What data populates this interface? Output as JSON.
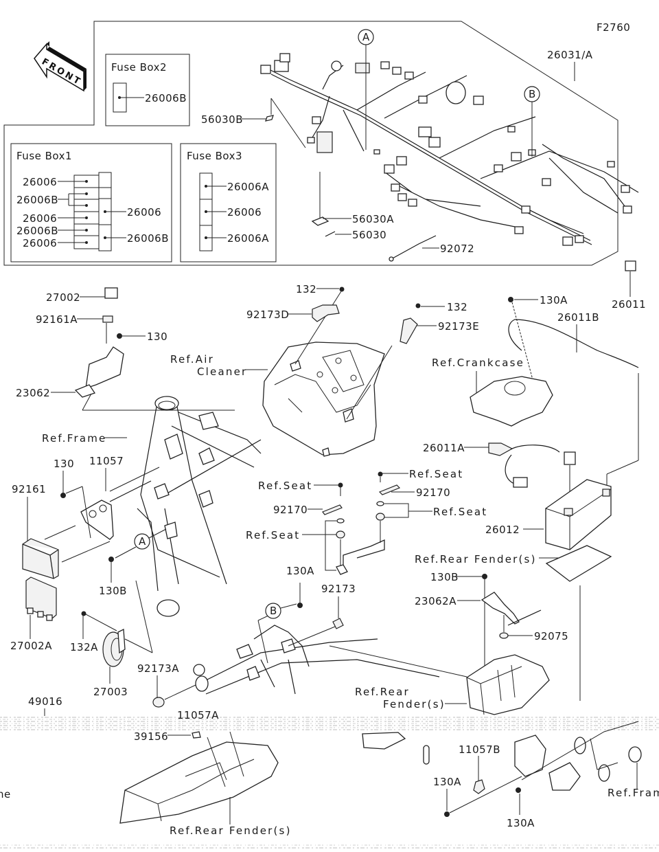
{
  "diagram": {
    "code": "F2760",
    "front_label": "FRONT",
    "callouts": {
      "a": "A",
      "b": "B"
    }
  },
  "fuse_box2": {
    "title": "Fuse Box2",
    "parts": [
      "26006B"
    ]
  },
  "fuse_box1": {
    "title": "Fuse Box1",
    "left_parts": [
      "26006",
      "26006B",
      "26006",
      "26006B",
      "26006"
    ],
    "right_parts": [
      "26006",
      "26006B"
    ]
  },
  "fuse_box3": {
    "title": "Fuse Box3",
    "parts": [
      "26006A",
      "26006",
      "26006A"
    ]
  },
  "harness": {
    "main": "26031/A",
    "clip_b": "56030B",
    "sheet": "56030A",
    "band": "56030",
    "tie": "92072",
    "relay_connector": "26011"
  },
  "relay_group": {
    "relay": "27002",
    "rubber": "92161A",
    "nut": "130",
    "bracket": "23062"
  },
  "air_cleaner": {
    "ref": [
      "Ref.Air",
      "Cleaner"
    ],
    "screw_1": "132",
    "clamp_d": "92173D",
    "screw_2": "132",
    "clamp_e": "92173E"
  },
  "frame": {
    "ref": "Ref.Frame",
    "nut": "130",
    "bracket": "11057",
    "ecu_rubber": "92161",
    "ecu": "27002A",
    "bolt": "130B",
    "horn_bolt": "132A",
    "horn": "27003",
    "clamp_a": "92173A",
    "bottom_left": "49016",
    "bracket_a": "11057A",
    "sensor": "39156",
    "edge_text": "ne"
  },
  "battery_group": {
    "bolt": "130A",
    "cable_b": "26011B",
    "crankcase_ref": "Ref.Crankcase",
    "cable_a": "26011A",
    "battery": "26012",
    "rear_fender_ref": "Ref.Rear Fender(s)",
    "bolt_b": "130B",
    "bracket_a": "23062A",
    "grommet": "92075"
  },
  "seat_group": {
    "ref_1": "Ref.Seat",
    "strap_1": "92170",
    "ref_2": "Ref.Seat",
    "ref_3": "Ref.Seat",
    "strap_2": "92170",
    "ref_4": "Ref.Seat",
    "nut": "130A",
    "clamp": "92173"
  },
  "rear_group": {
    "fender_ref": [
      "Ref.Rear",
      "Fender(s)"
    ],
    "bottom_fender_ref": "Ref.Rear Fender(s)",
    "bracket_b": "11057B",
    "bolt_1": "130A",
    "bolt_2": "130A",
    "frame_ref": "Ref.Fram"
  }
}
